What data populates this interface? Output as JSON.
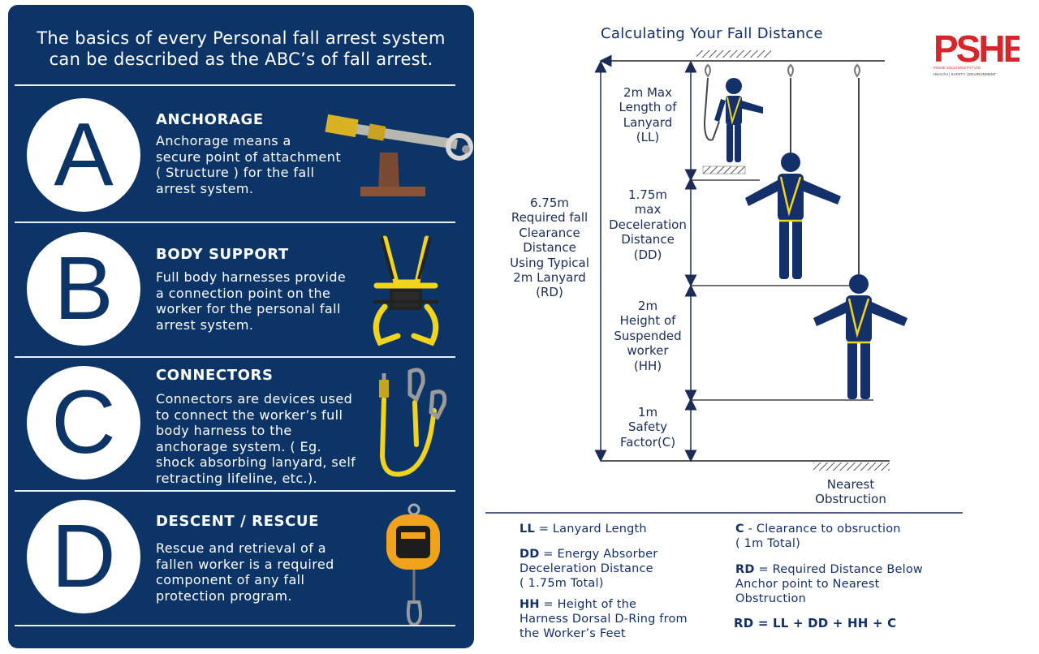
{
  "intro": {
    "line1": "The basics of every Personal fall arrest system",
    "line2": "can be described as the ABC’s of fall arrest."
  },
  "sections": [
    {
      "letter": "A",
      "title": "ANCHORAGE",
      "lines": [
        "Anchorage means a",
        "secure point of attachment",
        "( Structure ) for the fall",
        "arrest system."
      ]
    },
    {
      "letter": "B",
      "title": "BODY SUPPORT",
      "lines": [
        "Full body harnesses provide",
        "a connection point on the",
        "worker for the personal fall",
        "arrest system."
      ]
    },
    {
      "letter": "C",
      "title": "CONNECTORS",
      "lines": [
        "Connectors are devices used",
        "to connect the worker’s full",
        "body harness to the",
        "anchorage system. ( Eg.",
        "shock absorbing lanyard, self",
        "retracting lifeline, etc.)."
      ]
    },
    {
      "letter": "D",
      "title": "DESCENT / RESCUE",
      "lines": [
        "Rescue and retrieval of a",
        "fallen worker is a required",
        "component of any fall",
        "protection program."
      ]
    }
  ],
  "diagram": {
    "title": "Calculating Your Fall Distance",
    "rd_label": [
      "6.75m",
      "Required fall",
      "Clearance",
      "Distance",
      "Using Typical",
      "2m Lanyard",
      "(RD)"
    ],
    "ll_label": [
      "2m Max",
      "Length of",
      "Lanyard",
      "(LL)"
    ],
    "dd_label": [
      "1.75m",
      "max",
      "Deceleration",
      "Distance",
      "(DD)"
    ],
    "hh_label": [
      "2m",
      "Height of",
      "Suspended",
      "worker",
      "(HH)"
    ],
    "c_label": [
      "1m",
      "Safety",
      "Factor(C)"
    ],
    "obstruction": [
      "Nearest",
      "Obstruction"
    ]
  },
  "legend": {
    "ll": {
      "abbr": "LL",
      "text": "= Lanyard Length"
    },
    "dd": {
      "abbr": "DD",
      "line1": "= Energy Absorber",
      "line2": "Deceleration Distance",
      "line3": "( 1.75m Total)"
    },
    "hh": {
      "abbr": "HH",
      "line1": "= Height of the",
      "line2": "Harness Dorsal D-Ring from",
      "line3": "the Worker’s Feet"
    },
    "c": {
      "abbr": "C",
      "line1": "- Clearance to obsruction",
      "line2": "( 1m Total)"
    },
    "rd": {
      "abbr": "RD",
      "line1": "= Required Distance Below",
      "line2": "Anchor point to Nearest",
      "line3": "Obstruction"
    },
    "formula": "RD = LL + DD + HH + C"
  },
  "logo": {
    "mark": "PSHE",
    "tagline": "HEALTH | SAFETY | ENVIRONMENT",
    "company": "POSHE SOLUTIONS PVT LTD"
  },
  "colors": {
    "panel": "#0c3466",
    "accent_red": "#d7262b",
    "harness_yellow": "#f2d51b",
    "worker_navy": "#14306a"
  }
}
